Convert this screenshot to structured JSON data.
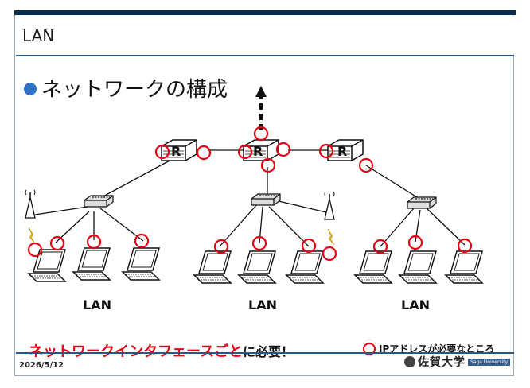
{
  "slide": {
    "title": "LAN",
    "heading": "ネットワークの構成",
    "router_label": "R",
    "lan_labels": [
      "LAN",
      "LAN",
      "LAN"
    ],
    "note_red": "ネットワークインタフェースごと",
    "note_suffix": "に必要！",
    "legend_text": "IPアドレスが必要なところ",
    "date": "2026/5/12",
    "logo_text": "佐賀大学",
    "logo_badge": "Saga University"
  },
  "colors": {
    "accent_red": "#e60012",
    "bullet_blue": "#2f72c4",
    "title_rule": "#23568a"
  },
  "icons": [
    "router-icon",
    "switch-hub-icon",
    "laptop-icon",
    "wireless-antenna-icon",
    "lightning-icon",
    "upstream-arrow-icon",
    "ip-marker-circle"
  ]
}
